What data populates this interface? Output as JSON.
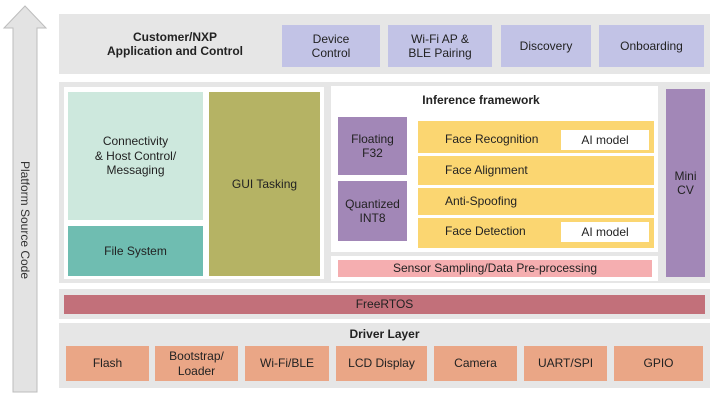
{
  "arrow": {
    "label": "Platform Source Code"
  },
  "app_layer": {
    "title_line1": "Customer/NXP",
    "title_line2": "Application and Control",
    "items": [
      {
        "label_line1": "Device",
        "label_line2": "Control"
      },
      {
        "label_line1": "Wi-Fi AP &",
        "label_line2": "BLE Pairing"
      },
      {
        "label_line1": "Discovery",
        "label_line2": ""
      },
      {
        "label_line1": "Onboarding",
        "label_line2": ""
      }
    ]
  },
  "middle": {
    "connectivity": [
      "Connectivity",
      "& Host Control/",
      "Messaging"
    ],
    "file_system": "File System",
    "gui_tasking": "GUI Tasking",
    "inference": {
      "title": "Inference framework",
      "floating": [
        "Floating",
        "F32"
      ],
      "quantized": [
        "Quantized",
        "INT8"
      ],
      "models": [
        {
          "label": "Face Recognition",
          "badge": "AI model"
        },
        {
          "label": "Face Alignment",
          "badge": ""
        },
        {
          "label": "Anti-Spoofing",
          "badge": ""
        },
        {
          "label": "Face Detection",
          "badge": "AI model"
        }
      ],
      "sensor": "Sensor Sampling/Data Pre-processing"
    },
    "mini_cv": [
      "Mini",
      "CV"
    ]
  },
  "freertos": "FreeRTOS",
  "driver_layer": {
    "title": "Driver Layer",
    "items": [
      {
        "label_line1": "Flash",
        "label_line2": ""
      },
      {
        "label_line1": "Bootstrap/",
        "label_line2": "Loader"
      },
      {
        "label_line1": "Wi-Fi/BLE",
        "label_line2": ""
      },
      {
        "label_line1": "LCD Display",
        "label_line2": ""
      },
      {
        "label_line1": "Camera",
        "label_line2": ""
      },
      {
        "label_line1": "UART/SPI",
        "label_line2": ""
      },
      {
        "label_line1": "GPIO",
        "label_line2": ""
      }
    ]
  }
}
